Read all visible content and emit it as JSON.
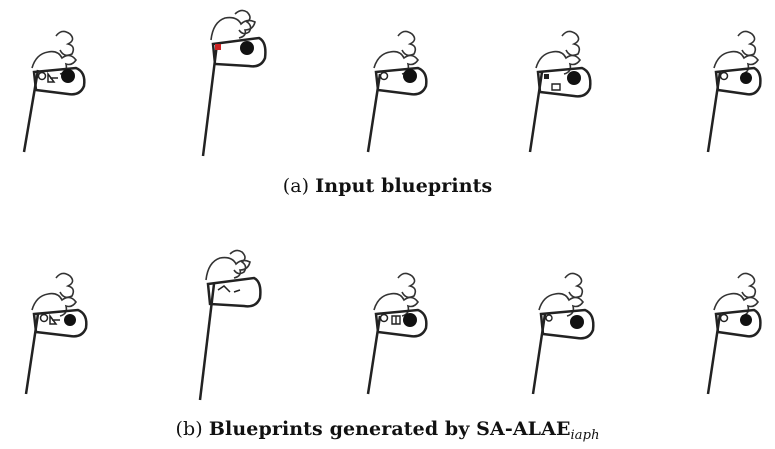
{
  "figure": {
    "captions": {
      "a": {
        "tag": "(a)",
        "title": "Input blueprints"
      },
      "b": {
        "tag": "(b)",
        "title": "Blueprints generated by SA-ALAE",
        "subscript": "iaph"
      }
    },
    "rows": {
      "input": {
        "count": 5
      },
      "generated": {
        "count": 5
      }
    }
  }
}
